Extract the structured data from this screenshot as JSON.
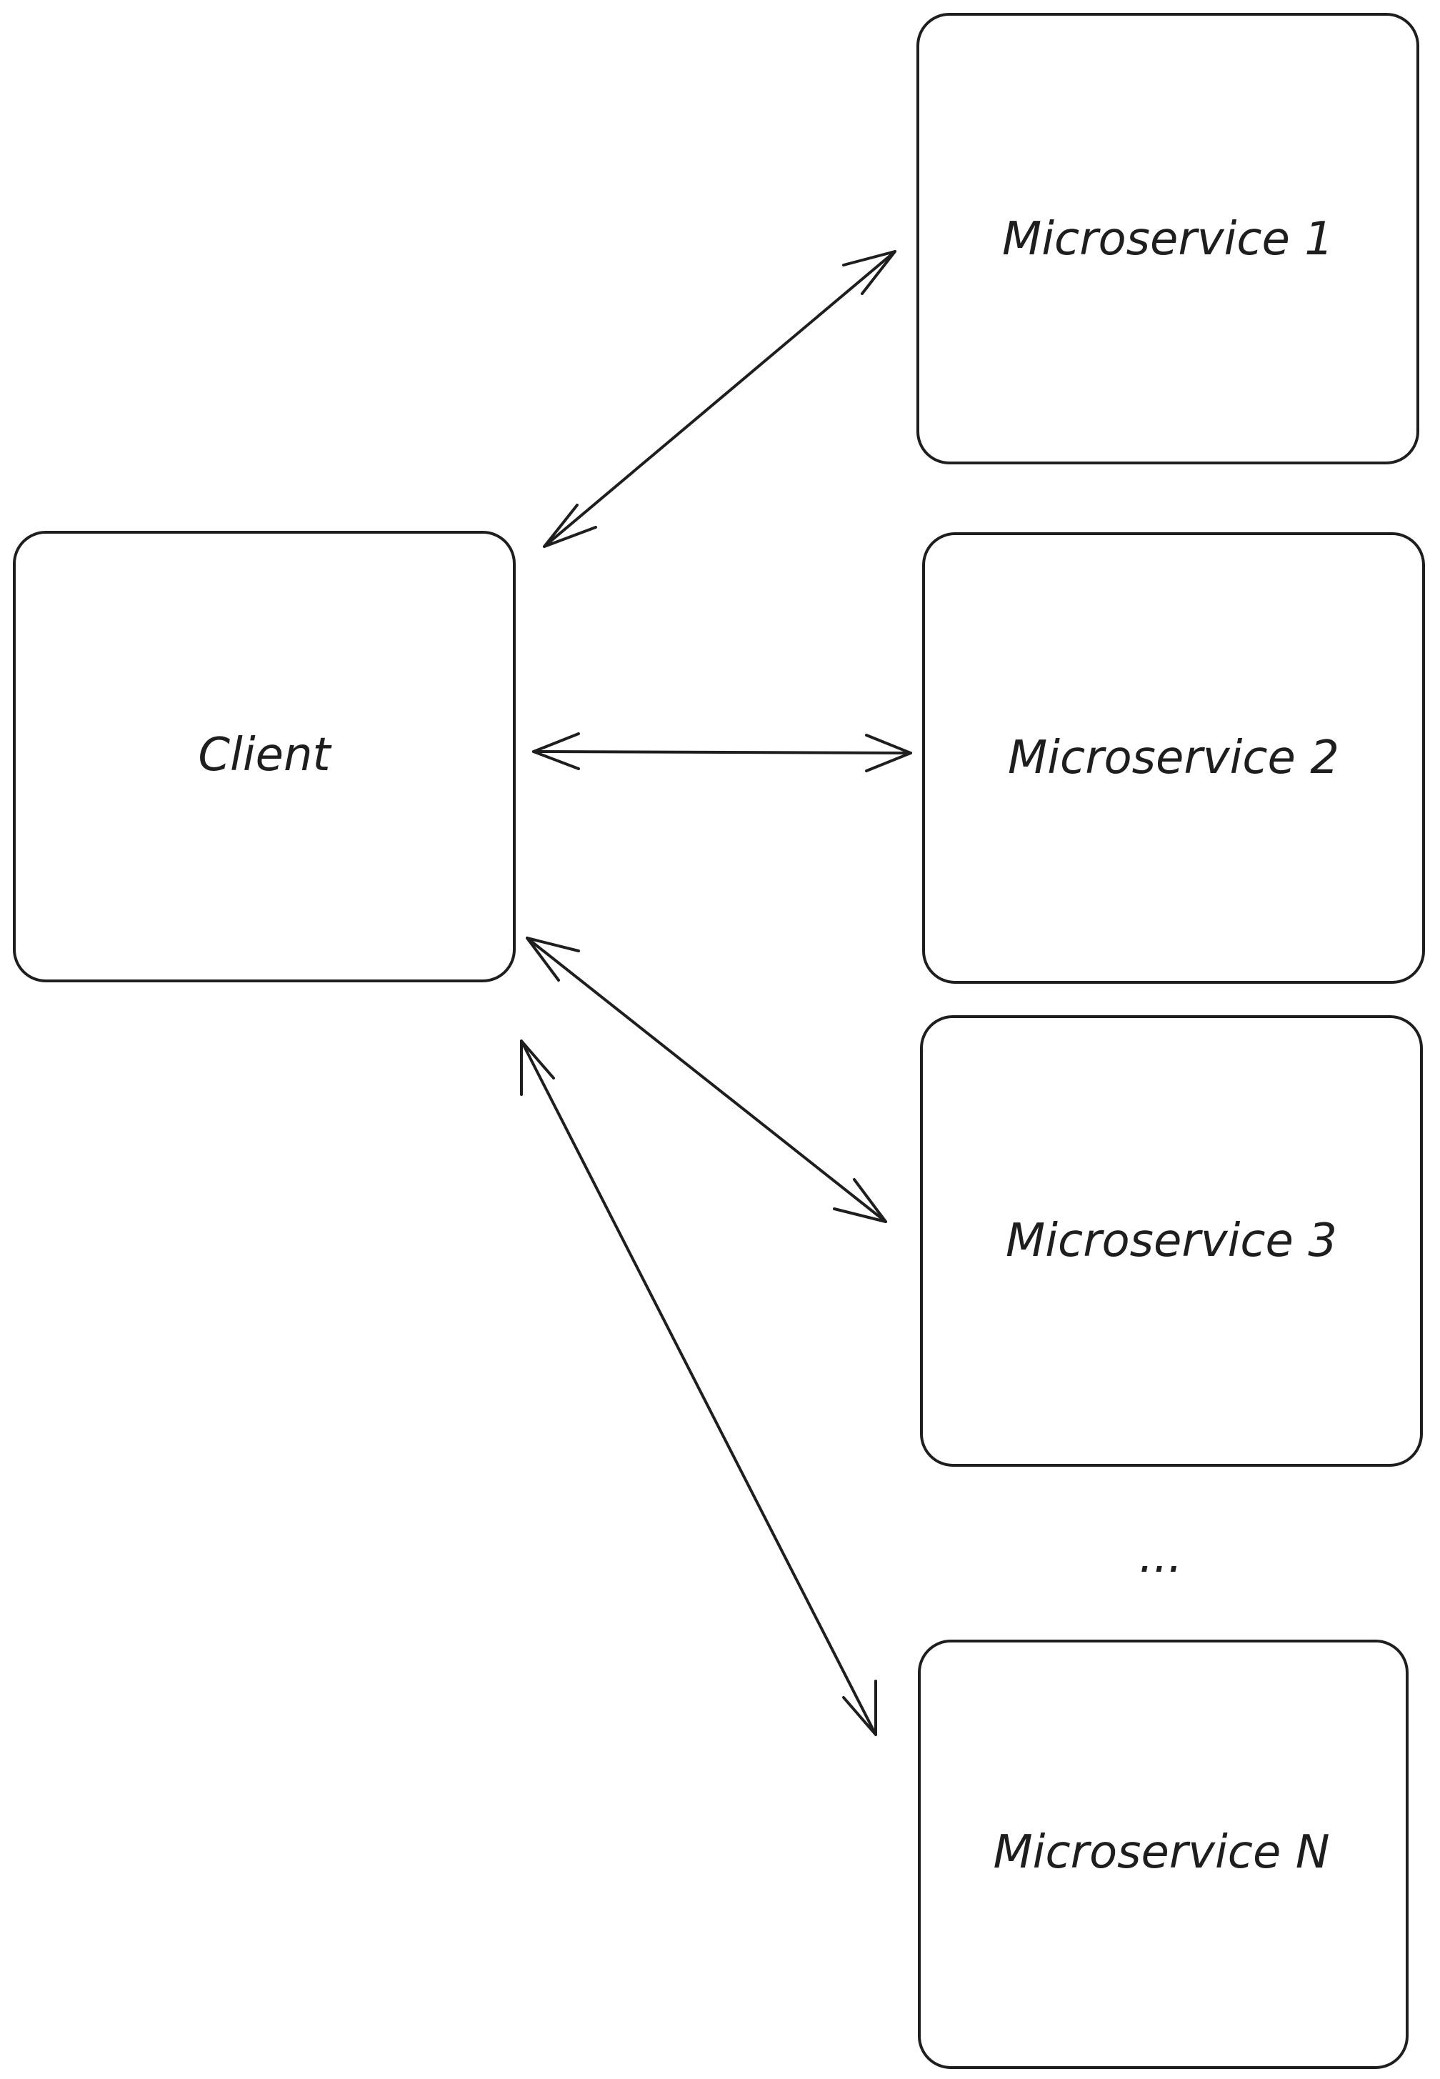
{
  "nodes": {
    "client": "Client",
    "ms1": "Microservice 1",
    "ms2": "Microservice 2",
    "ms3": "Microservice 3",
    "ellipsis": "...",
    "msn": "Microservice N"
  },
  "edges": [
    {
      "from": "client",
      "to": "ms1",
      "direction": "both"
    },
    {
      "from": "client",
      "to": "ms2",
      "direction": "both"
    },
    {
      "from": "client",
      "to": "ms3",
      "direction": "both"
    },
    {
      "from": "client",
      "to": "msn",
      "direction": "both"
    }
  ],
  "colors": {
    "stroke": "#1e1e1e",
    "background": "#ffffff"
  }
}
